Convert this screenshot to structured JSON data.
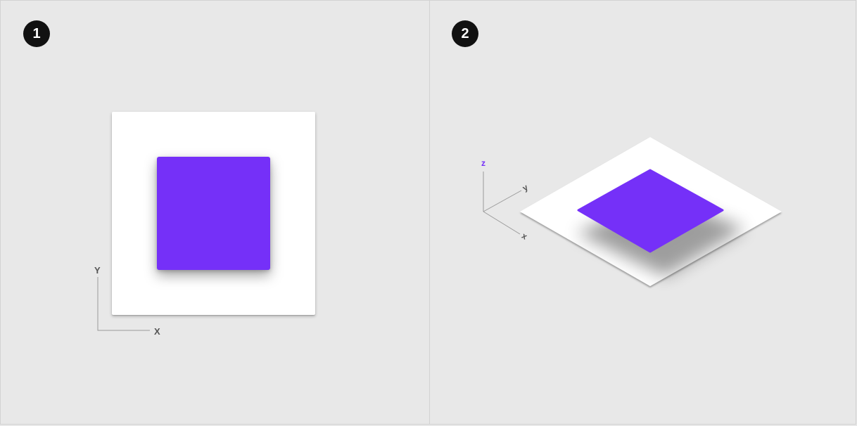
{
  "colors": {
    "background": "#e8e8e8",
    "sheet": "#ffffff",
    "card": "#7530f8",
    "badge": "#111111",
    "axis": "#9a9a9a",
    "z_label": "#7530f8"
  },
  "panels": [
    {
      "step": "1",
      "axes": {
        "x": "X",
        "y": "Y"
      }
    },
    {
      "step": "2",
      "axes": {
        "x": "x",
        "y": "y",
        "z": "z"
      }
    }
  ]
}
